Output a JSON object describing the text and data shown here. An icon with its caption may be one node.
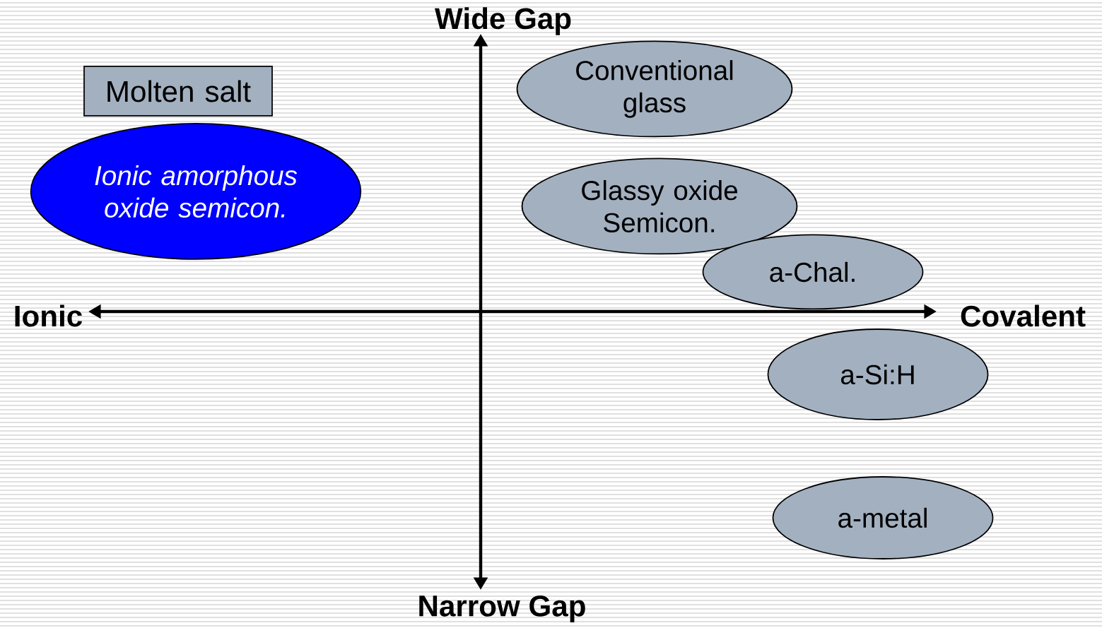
{
  "diagram": {
    "nodes": [
      {
        "text": [
          "Molten salt"
        ]
      },
      {
        "text": [
          "Ionic amorphous oxide semicon."
        ]
      },
      {
        "text": [
          "Conventional glass"
        ]
      },
      {
        "text": [
          "Glassy oxide Semicon."
        ]
      },
      {
        "text": [
          "a-Chal."
        ]
      },
      {
        "text": [
          "a-Si:H"
        ]
      },
      {
        "text": [
          "a-metal"
        ]
      }
    ],
    "labels": [
      "Wide Gap",
      "Ionic",
      "Covalent",
      "Narrow Gap"
    ]
  }
}
